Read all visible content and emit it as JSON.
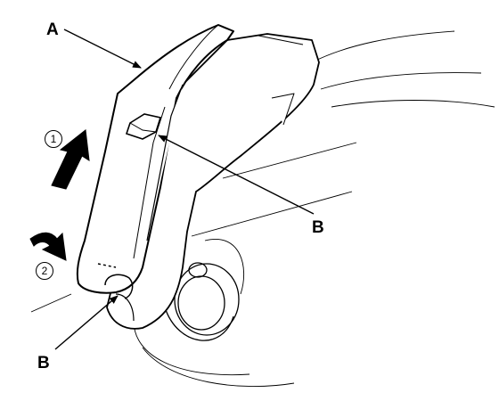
{
  "callouts": {
    "a": "A",
    "b_upper": "B",
    "b_lower": "B"
  },
  "steps": {
    "one": "1",
    "two": "2"
  },
  "colors": {
    "line": "#000000",
    "background": "#ffffff"
  }
}
